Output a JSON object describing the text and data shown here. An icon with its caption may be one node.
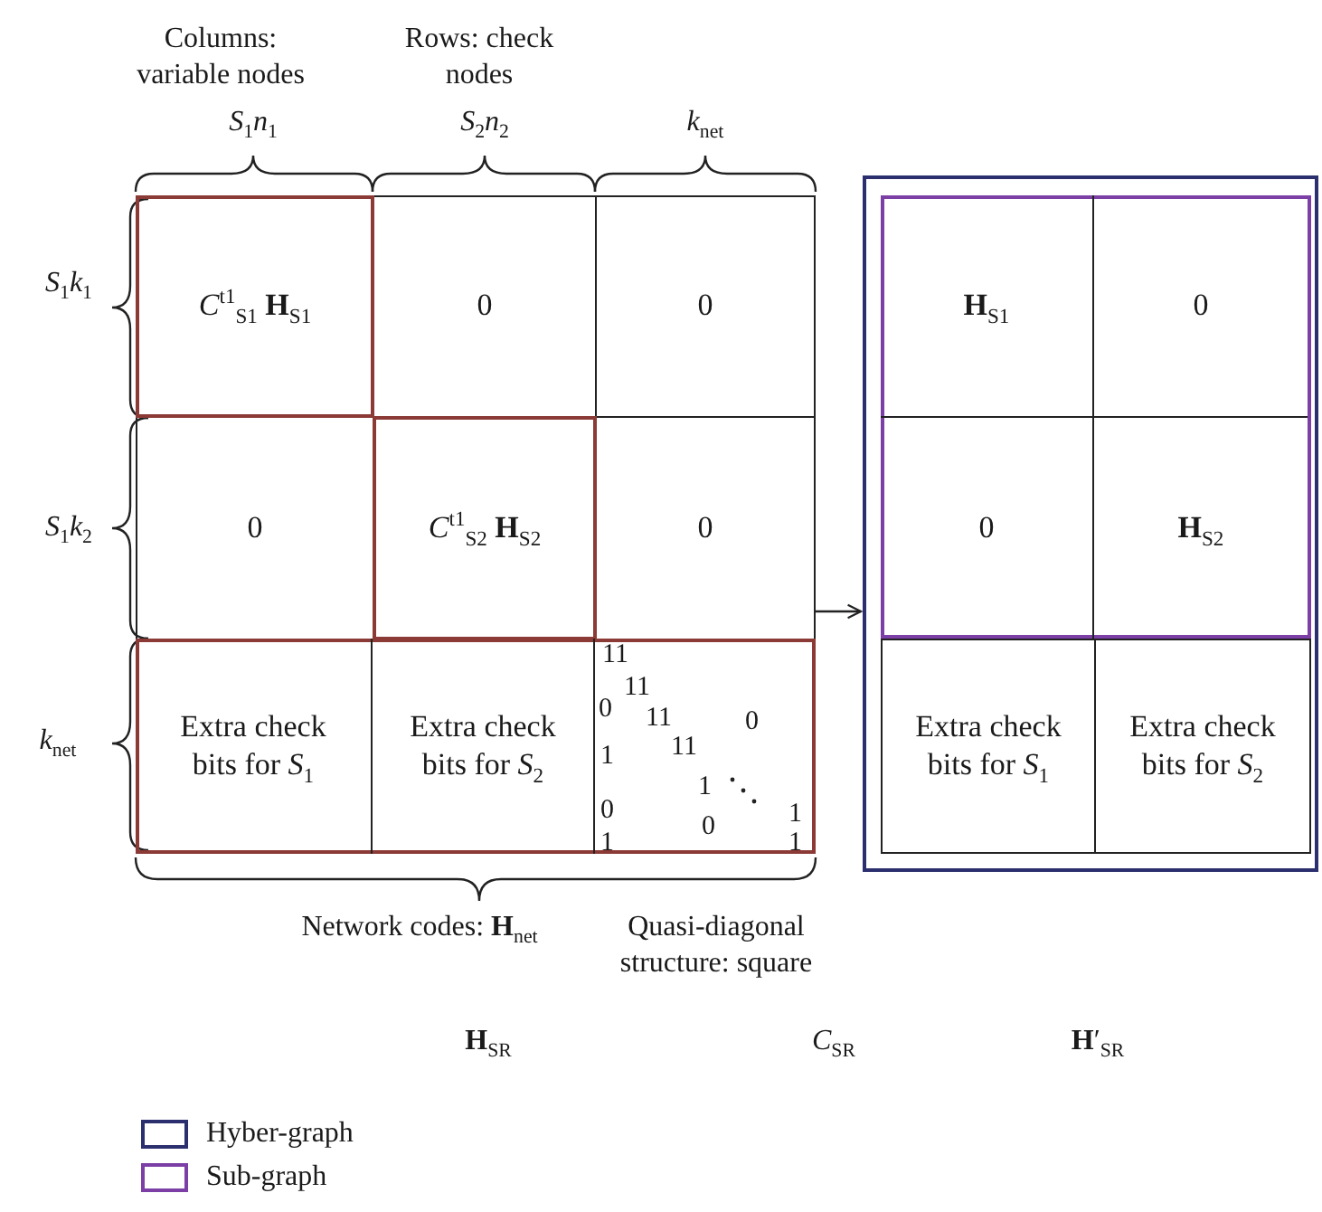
{
  "diagram": {
    "nodes": [
      {
        "text": [],
        "shape": "box"
      },
      {
        "text": [
          "*C*$^{t1}$$_{S1}$ **H**$_{S1}$"
        ],
        "in": 0
      },
      {
        "text": [
          "0"
        ],
        "in": 0
      },
      {
        "text": [
          "0"
        ],
        "in": 0
      },
      {
        "text": [
          "0"
        ],
        "in": 0
      },
      {
        "text": [
          "*C*$^{t1}$$_{S2}$ **H**$_{S2}$"
        ],
        "in": 0
      },
      {
        "text": [
          "0"
        ],
        "in": 0
      },
      {
        "text": [],
        "shape": "box",
        "in": 0
      },
      {
        "text": [
          "Extra check bits for *S*$_{1}$"
        ],
        "in": 7
      },
      {
        "text": [
          "Extra check bits for *S*$_{2}$"
        ],
        "in": 7
      },
      {
        "text": [
          "11",
          "0",
          "11",
          "11",
          "0",
          "1",
          "11",
          "1",
          "0",
          "1",
          "0",
          "1",
          "1"
        ],
        "in": 7
      },
      {
        "text": [],
        "shape": "box"
      },
      {
        "text": [],
        "shape": "box",
        "in": 11
      },
      {
        "text": [
          "**H**$_{S1}$"
        ],
        "in": 12
      },
      {
        "text": [
          "0"
        ],
        "in": 12
      },
      {
        "text": [
          "0"
        ],
        "in": 12
      },
      {
        "text": [
          "**H**$_{S2}$"
        ],
        "in": 12
      },
      {
        "text": [
          "Extra check bits for *S*$_{1}$"
        ],
        "in": 11
      },
      {
        "text": [
          "Extra check bits for *S*$_{2}$"
        ],
        "in": 11
      }
    ],
    "edges": [
      {
        "from": 0,
        "to": 11,
        "arrow": "to"
      }
    ],
    "labels": [
      "Columns: variable nodes",
      "Rows: check nodes",
      "*S*$_{1}$*n*$_{1}$",
      "*S*$_{2}$*n*$_{2}$",
      "*k*$_{net}$",
      "*S*$_{1}$*k*$_{1}$",
      "*S*$_{1}$*k*$_{2}$",
      "*k*$_{net}$",
      "Network codes: **H**$_{net}$",
      "Quasi-diagonal structure: square",
      "**H**$_{SR}$",
      "*C*$_{SR}$",
      "**H**′$_{SR}$"
    ],
    "legend": [
      {
        "text": "Hyber-graph",
        "color": "#2b2f6e"
      },
      {
        "text": "Sub-graph",
        "color": "#7b3fa6"
      }
    ]
  }
}
